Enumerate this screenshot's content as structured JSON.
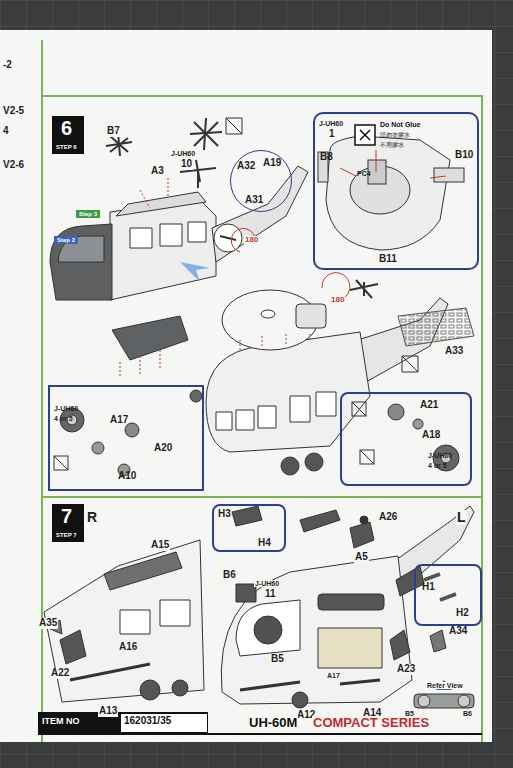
{
  "diagram": {
    "nodes": [
      {
        "text": [
          "6",
          "STEP 6"
        ]
      },
      {
        "text": [
          "A32",
          "A19",
          "A31"
        ]
      },
      {
        "text": [
          "J-UH60",
          "1",
          "B8",
          "PC4",
          "B10",
          "B11"
        ]
      },
      {
        "text": [
          "Do Not Glue",
          "請勿塗膠水",
          "不用膠水"
        ],
        "in": 2
      },
      {
        "text": [
          "J-UH60",
          "4 or 5",
          "A17",
          "A20",
          "A10"
        ]
      },
      {
        "text": [
          "A21",
          "A18",
          "J-UH60",
          "4 or 5"
        ]
      },
      {
        "text": [
          "7",
          "STEP 7"
        ]
      },
      {
        "text": [
          "H3",
          "H4"
        ]
      },
      {
        "text": [
          "H1",
          "H2"
        ]
      },
      {
        "text": [
          "ITEM NO",
          "162031/35"
        ]
      }
    ],
    "labels": [
      "-2",
      "V2-5",
      "4",
      "V2-6",
      "B7",
      "A3",
      "J-UH60",
      "10",
      "Step 3",
      "Step 2",
      "180",
      "180",
      "A33",
      "R",
      "L",
      "A26",
      "A5",
      "B6",
      "J-UH60",
      "11",
      "A15",
      "A35",
      "A22",
      "A16",
      "A13",
      "B5",
      "A12",
      "A17",
      "A14",
      "A23",
      "A34",
      "Refer View",
      "B5",
      "B6",
      "UH-60M",
      "COMPACT SERIES"
    ]
  }
}
